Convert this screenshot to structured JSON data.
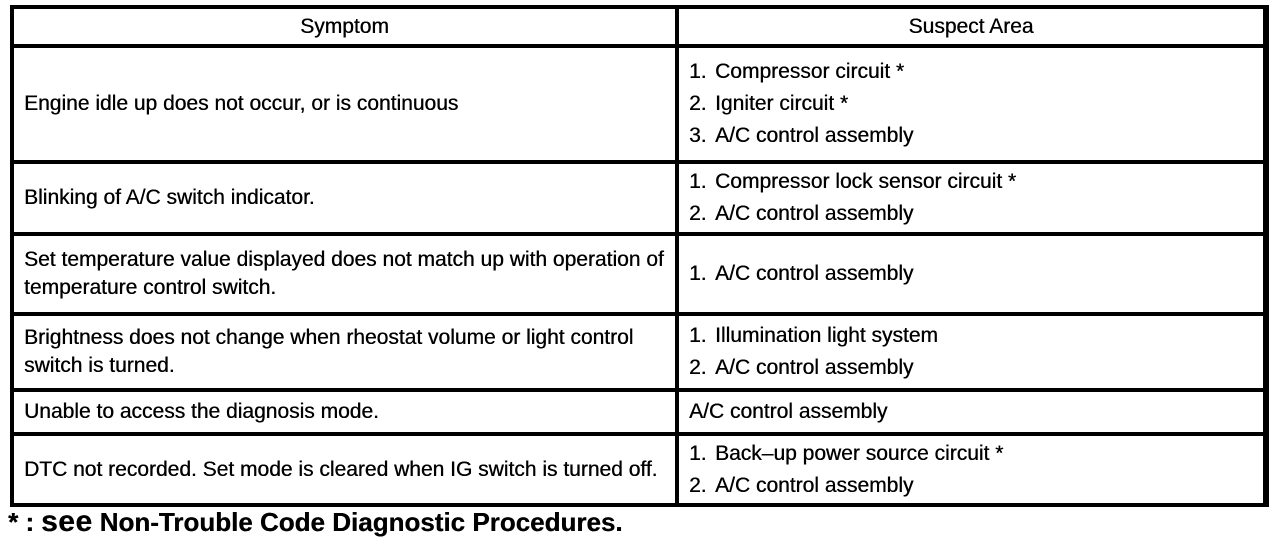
{
  "doc": {
    "headers": {
      "symptom": "Symptom",
      "suspect_area": "Suspect Area"
    },
    "rows": [
      {
        "symptom": "Engine idle up does not occur, or is continuous",
        "suspects": [
          {
            "num": "1.",
            "text": "Compressor circuit *"
          },
          {
            "num": "2.",
            "text": "Igniter circuit *"
          },
          {
            "num": "3.",
            "text": "A/C control assembly"
          }
        ]
      },
      {
        "symptom": "Blinking of A/C switch indicator.",
        "suspects": [
          {
            "num": "1.",
            "text": "Compressor lock sensor circuit *"
          },
          {
            "num": "2.",
            "text": "A/C control assembly"
          }
        ]
      },
      {
        "symptom": "Set temperature value displayed does not match up with operation of temperature control switch.",
        "suspects": [
          {
            "num": "1.",
            "text": "A/C control assembly"
          }
        ]
      },
      {
        "symptom": "Brightness does not change when rheostat volume or light control switch is turned.",
        "suspects": [
          {
            "num": "1.",
            "text": "Illumination light system"
          },
          {
            "num": "2.",
            "text": "A/C control assembly"
          }
        ]
      },
      {
        "symptom": "Unable to access the diagnosis mode.",
        "suspects": [
          {
            "num": "",
            "text": "A/C control assembly"
          }
        ]
      },
      {
        "symptom": "DTC not recorded. Set mode is cleared when IG switch is turned off.",
        "suspects": [
          {
            "num": "1.",
            "text": "Back–up power source circuit *"
          },
          {
            "num": "2.",
            "text": "A/C control assembly"
          }
        ]
      }
    ],
    "footnote": {
      "marker": "* :",
      "see": "see",
      "text": "Non-Trouble Code Diagnostic Procedures."
    }
  },
  "colors": {
    "ink": "#000000",
    "paper": "#ffffff"
  }
}
